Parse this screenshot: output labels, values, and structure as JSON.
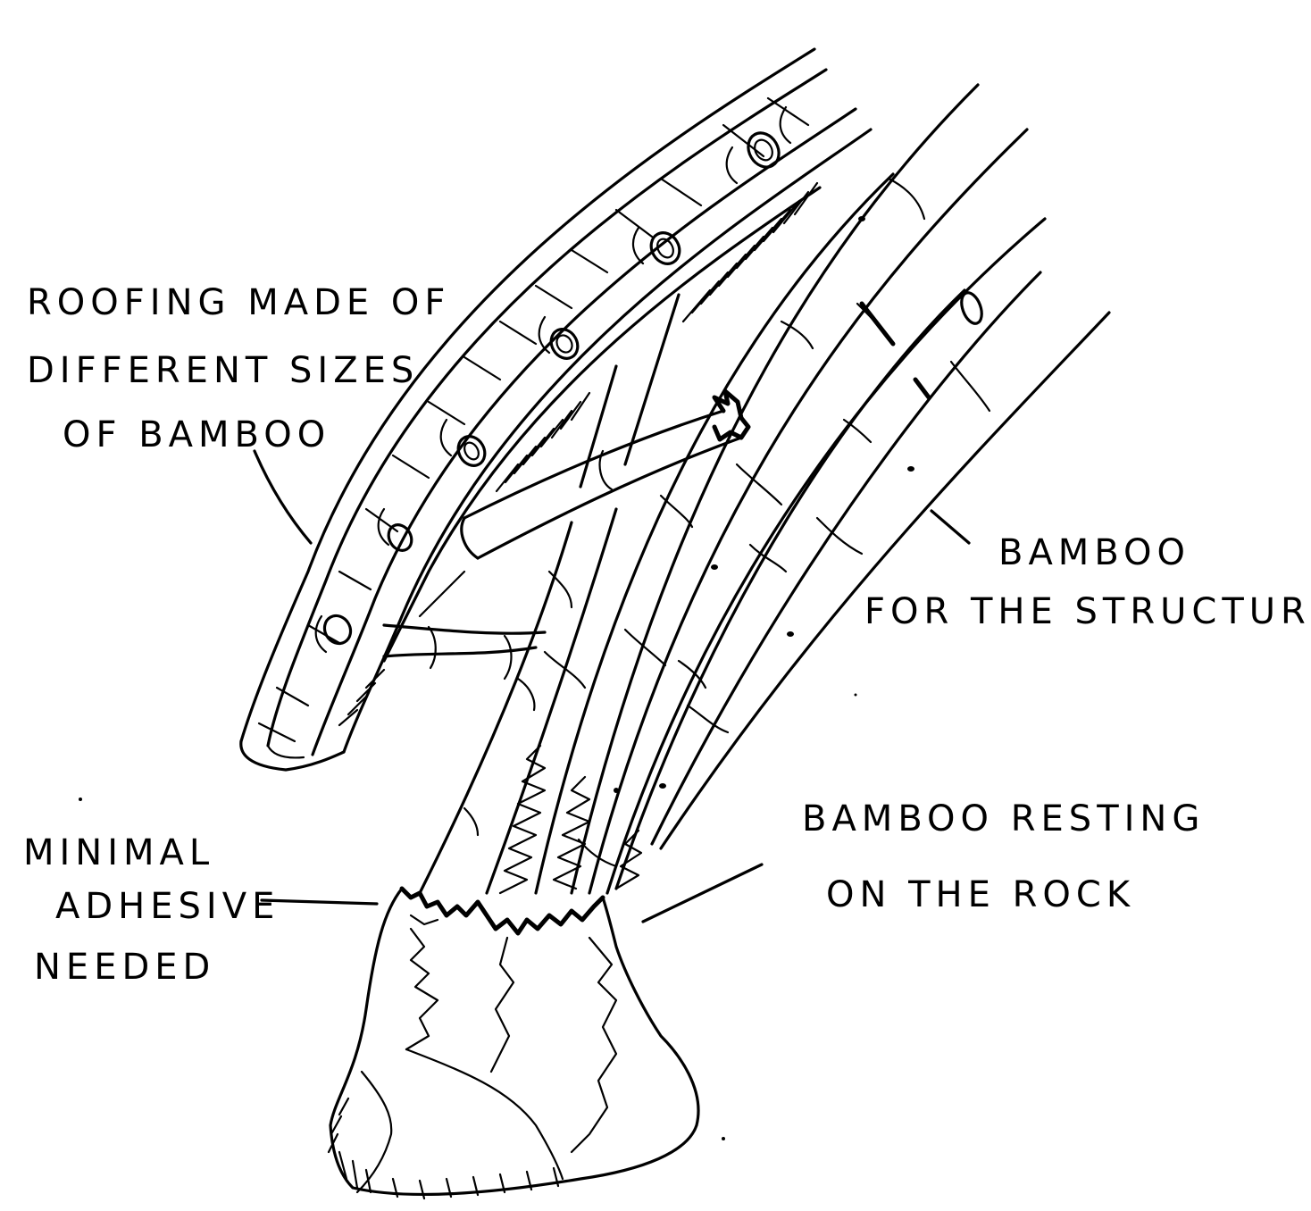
{
  "diagram": {
    "labels": {
      "roofing": [
        "ROOFING MADE OF",
        "DIFFERENT SIZES",
        "OF BAMBOO"
      ],
      "structure": [
        "BAMBOO",
        "FOR THE STRUCTURE"
      ],
      "adhesive": [
        "MINIMAL",
        "ADHESIVE",
        "NEEDED"
      ],
      "resting": [
        "BAMBOO RESTING",
        "ON THE ROCK"
      ]
    },
    "ink_color": "#000000",
    "background_color": "#ffffff"
  }
}
